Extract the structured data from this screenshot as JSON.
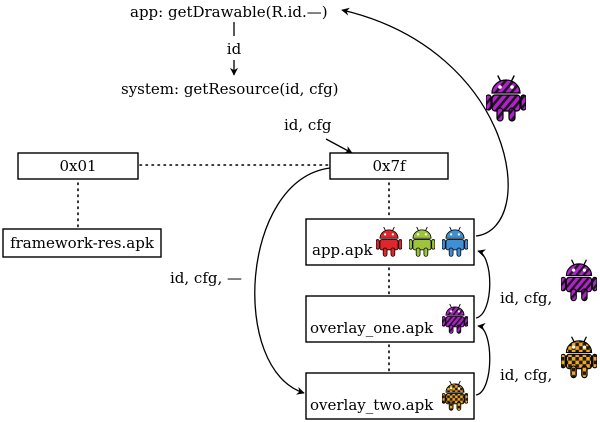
{
  "labels": {
    "app_call": "app: getDrawable(R.id.—)",
    "arg_id": "id",
    "system_call": "system: getResource(id, cfg)",
    "arg_id_cfg": "id, cfg",
    "arg_id_cfg_dash": "id, cfg, —",
    "arg_id_cfg_comma_1": "id, cfg,",
    "arg_id_cfg_comma_2": "id, cfg,"
  },
  "boxes": {
    "framework_id": "0x01",
    "framework_apk": "framework-res.apk",
    "app_id": "0x7f",
    "app_apk": "app.apk",
    "overlay_one_apk": "overlay_one.apk",
    "overlay_two_apk": "overlay_two.apk"
  },
  "colors": {
    "android_red": "#e0262b",
    "android_green": "#9dc53a",
    "android_blue": "#3f8fd6",
    "overlay_one_purple": "#b51fd1",
    "overlay_one_stripe": "#1a1a1a",
    "overlay_two_orange": "#f5a61d",
    "overlay_two_check": "#1a1a1a"
  },
  "icons": {
    "app_icons": [
      "android-red-icon",
      "android-green-icon",
      "android-blue-icon"
    ],
    "overlay_one_icon": "android-striped-purple-icon",
    "overlay_two_icon": "android-checkered-orange-icon"
  }
}
